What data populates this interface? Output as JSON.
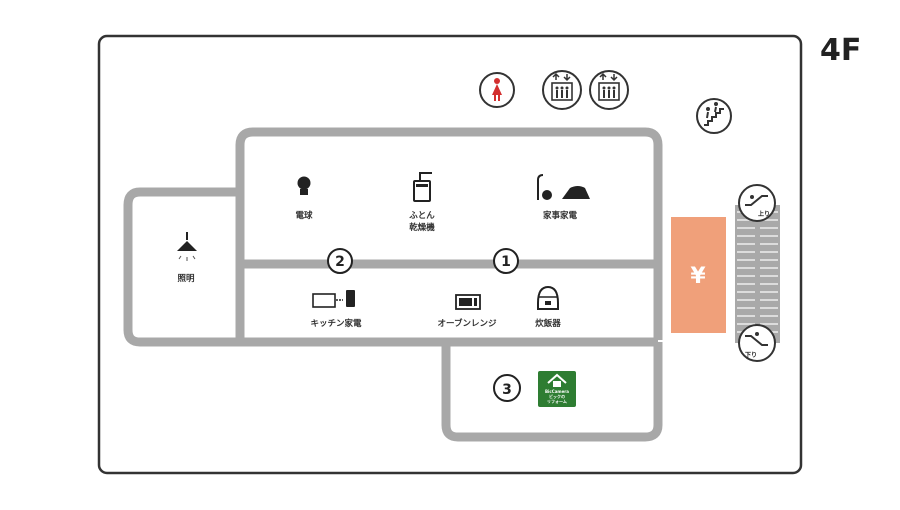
{
  "floor": {
    "label": "4F"
  },
  "departments": {
    "bulbs": "電球",
    "futon_dryer_1": "ふとん",
    "futon_dryer_2": "乾燥機",
    "housework": "家事家電",
    "lighting": "照明",
    "kitchen": "キッチン家電",
    "oven": "オーブンレンジ",
    "rice_cooker": "炊飯器"
  },
  "aisles": {
    "a1": "1",
    "a2": "2",
    "a3": "3"
  },
  "cashier": {
    "symbol": "¥",
    "color": "#f0a07a"
  },
  "escalator": {
    "up_label": "上り",
    "down_label": "下り"
  },
  "reform_badge": {
    "line1": "BicCamera",
    "line2": "ビックの",
    "line3": "リフォーム",
    "color": "#2e7d32"
  },
  "icons": [
    "restroom-women-icon",
    "elevator-icon",
    "elevator-icon",
    "stairs-icon",
    "escalator-up-icon",
    "escalator-down-icon",
    "light-bulb-icon",
    "futon-dryer-icon",
    "vacuum-icon",
    "iron-icon",
    "pendant-lamp-icon",
    "kitchen-appliance-icon",
    "microwave-icon",
    "rice-cooker-icon",
    "reform-house-icon"
  ]
}
